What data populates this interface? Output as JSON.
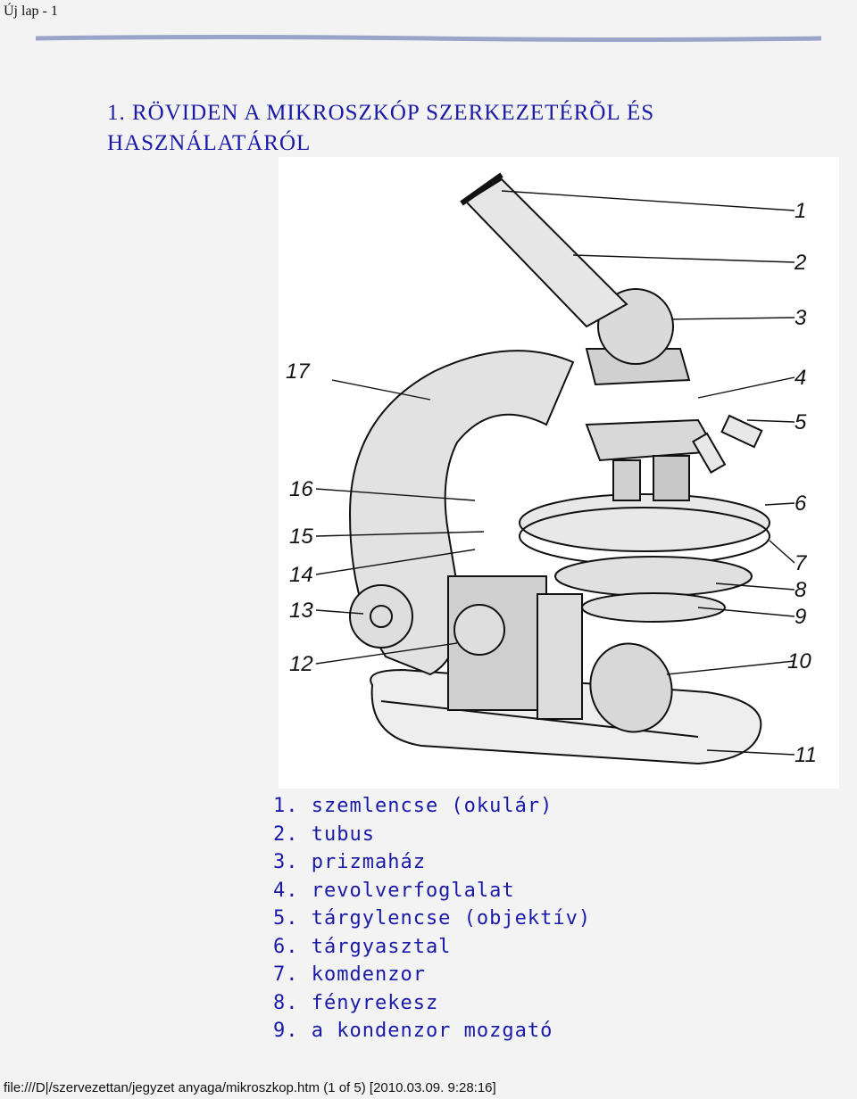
{
  "header": {
    "title": "Új lap - 1"
  },
  "document": {
    "title_line1": "1. RÖVIDEN A MIKROSZKÓP SZERKEZETÉRÕL ÉS",
    "title_line2": "HASZNÁLATÁRÓL"
  },
  "diagram": {
    "labels": [
      "1",
      "2",
      "3",
      "4",
      "5",
      "6",
      "7",
      "8",
      "9",
      "10",
      "11",
      "12",
      "13",
      "14",
      "15",
      "16",
      "17"
    ]
  },
  "parts": [
    "1. szemlencse (okulár)",
    "2. tubus",
    "3. prizmaház",
    "4. revolverfoglalat",
    "5. tárgylencse (objektív)",
    "6. tárgyasztal",
    "7. komdenzor",
    "8. fényrekesz",
    "9. a kondenzor mozgató"
  ],
  "footer": {
    "url": "file:///D|/szervezettan/jegyzet anyaga/mikroszkop.htm (1 of 5) [2010.03.09. 9:28:16]"
  },
  "colors": {
    "text_blue": "#1a1aa8",
    "page_bg": "#f3f3f3"
  }
}
